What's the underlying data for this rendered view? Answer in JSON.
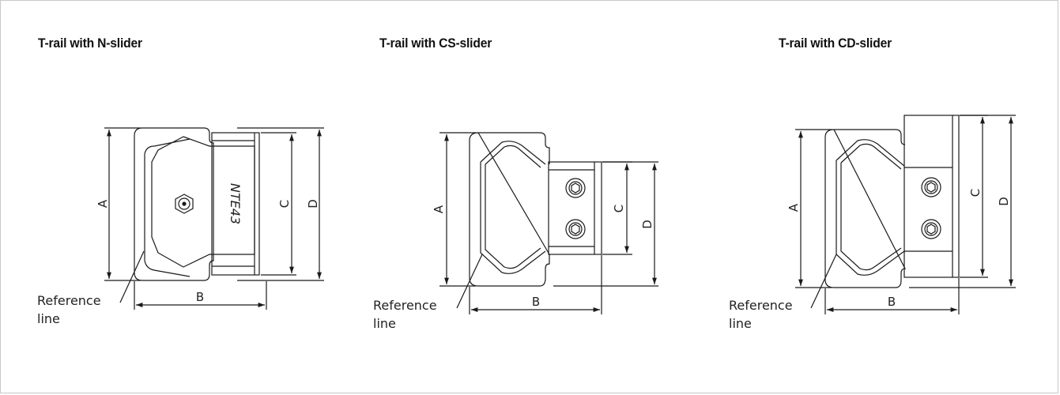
{
  "panels": [
    {
      "title": "T-rail with N-slider",
      "labels": {
        "a": "A",
        "b": "B",
        "c": "C",
        "d": "D"
      },
      "marking": "NTE43",
      "reference": {
        "line1": "Reference",
        "line2": "line"
      }
    },
    {
      "title": "T-rail with CS-slider",
      "labels": {
        "a": "A",
        "b": "B",
        "c": "C",
        "d": "D"
      },
      "reference": {
        "line1": "Reference",
        "line2": "line"
      }
    },
    {
      "title": "T-rail with CD-slider",
      "labels": {
        "a": "A",
        "b": "B",
        "c": "C",
        "d": "D"
      },
      "reference": {
        "line1": "Reference",
        "line2": "line"
      }
    }
  ],
  "colors": {
    "line": "#1a1a1a",
    "frame": "#c8c8c8",
    "background": "#ffffff"
  }
}
